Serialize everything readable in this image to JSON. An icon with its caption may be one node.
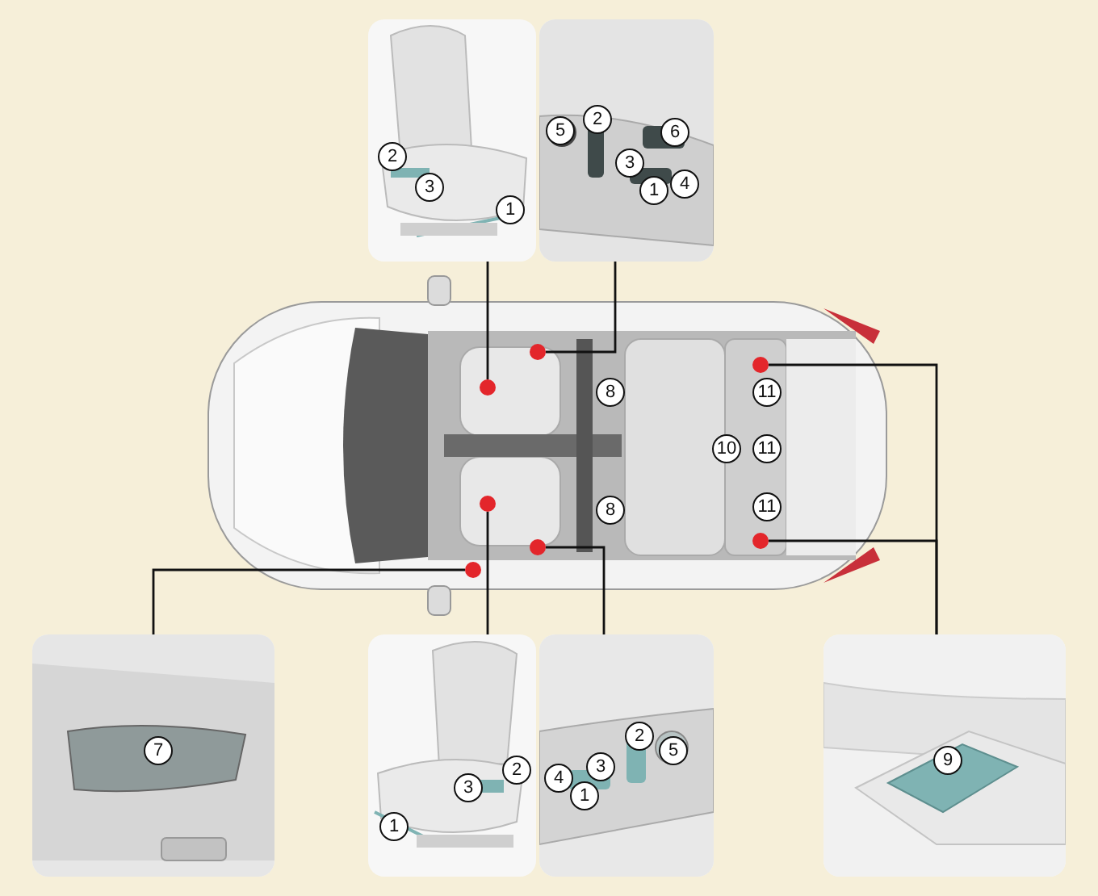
{
  "diagram": {
    "nodes": [
      {
        "text": [],
        "shape": "picture"
      },
      {
        "text": [],
        "shape": "picture"
      },
      {
        "text": [],
        "shape": "picture"
      },
      {
        "text": [],
        "shape": "picture"
      },
      {
        "text": [],
        "shape": "picture"
      },
      {
        "text": [],
        "shape": "picture"
      },
      {
        "text": [],
        "shape": "picture"
      },
      {
        "text": [],
        "shape": "circle",
        "in": 0
      },
      {
        "text": [],
        "shape": "circle",
        "in": 0
      },
      {
        "text": [],
        "shape": "circle",
        "in": 0
      },
      {
        "text": [],
        "shape": "circle",
        "in": 0
      },
      {
        "text": [],
        "shape": "circle",
        "in": 0
      },
      {
        "text": [],
        "shape": "circle",
        "in": 0
      },
      {
        "text": [],
        "shape": "circle",
        "in": 0
      }
    ],
    "edges": [
      {
        "from": 7,
        "to": 1,
        "arrow": "none"
      },
      {
        "from": 8,
        "to": 2,
        "arrow": "none"
      },
      {
        "from": 9,
        "to": 4,
        "arrow": "none"
      },
      {
        "from": 10,
        "to": 5,
        "arrow": "none"
      },
      {
        "from": 11,
        "to": 3,
        "arrow": "none"
      },
      {
        "from": 12,
        "to": 6,
        "arrow": "none"
      },
      {
        "from": 13,
        "to": 6,
        "arrow": "none"
      }
    ],
    "labels": [
      "2",
      "3",
      "1",
      "5",
      "2",
      "6",
      "3",
      "1",
      "4",
      "8",
      "11",
      "10",
      "11",
      "8",
      "11",
      "7",
      "2",
      "3",
      "1",
      "2",
      "5",
      "4",
      "3",
      "1",
      "9"
    ]
  }
}
